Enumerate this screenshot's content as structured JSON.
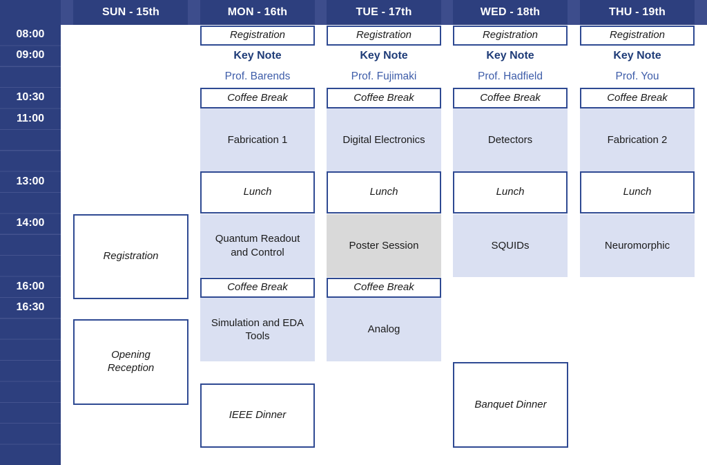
{
  "colors": {
    "navy_header": "#2D3F7E",
    "row_divider": "#44538F",
    "session_cell_blue": "#DAE0F2",
    "poster_cell_gray": "#D9D9D9",
    "event_box_border": "#2E4992",
    "keynote_text": "#1F3C78",
    "speaker_text": "#3E5DA9"
  },
  "times": [
    "08:00",
    "09:00",
    "10:30",
    "11:00",
    "13:00",
    "14:00",
    "16:00",
    "16:30"
  ],
  "columns": [
    {
      "day": "SUN - 15th",
      "events": [
        {
          "label": "Registration",
          "kind": "box"
        },
        {
          "label": "Opening Reception",
          "kind": "box"
        }
      ]
    },
    {
      "day": "MON - 16th",
      "events": [
        {
          "label": "Registration",
          "kind": "box"
        },
        {
          "label": "Key Note",
          "kind": "keynote"
        },
        {
          "label": "Prof. Barends",
          "kind": "speaker"
        },
        {
          "label": "Coffee Break",
          "kind": "box"
        },
        {
          "label": "Fabrication 1",
          "kind": "session"
        },
        {
          "label": "Lunch",
          "kind": "box"
        },
        {
          "label": "Quantum Readout and Control",
          "kind": "session"
        },
        {
          "label": "Coffee Break",
          "kind": "box"
        },
        {
          "label": "Simulation and EDA Tools",
          "kind": "session"
        },
        {
          "label": "IEEE Dinner",
          "kind": "box"
        }
      ]
    },
    {
      "day": "TUE - 17th",
      "events": [
        {
          "label": "Registration",
          "kind": "box"
        },
        {
          "label": "Key Note",
          "kind": "keynote"
        },
        {
          "label": "Prof. Fujimaki",
          "kind": "speaker"
        },
        {
          "label": "Coffee Break",
          "kind": "box"
        },
        {
          "label": "Digital Electronics",
          "kind": "session"
        },
        {
          "label": "Lunch",
          "kind": "box"
        },
        {
          "label": "Poster Session",
          "kind": "session-gray"
        },
        {
          "label": "Coffee Break",
          "kind": "box"
        },
        {
          "label": "Analog",
          "kind": "session"
        }
      ]
    },
    {
      "day": "WED - 18th",
      "events": [
        {
          "label": "Registration",
          "kind": "box"
        },
        {
          "label": "Key Note",
          "kind": "keynote"
        },
        {
          "label": "Prof. Hadfield",
          "kind": "speaker"
        },
        {
          "label": "Coffee Break",
          "kind": "box"
        },
        {
          "label": "Detectors",
          "kind": "session"
        },
        {
          "label": "Lunch",
          "kind": "box"
        },
        {
          "label": "SQUIDs",
          "kind": "session"
        },
        {
          "label": "Banquet Dinner",
          "kind": "box"
        }
      ]
    },
    {
      "day": "THU - 19th",
      "events": [
        {
          "label": "Registration",
          "kind": "box"
        },
        {
          "label": "Key Note",
          "kind": "keynote"
        },
        {
          "label": "Prof. You",
          "kind": "speaker"
        },
        {
          "label": "Coffee Break",
          "kind": "box"
        },
        {
          "label": "Fabrication 2",
          "kind": "session"
        },
        {
          "label": "Lunch",
          "kind": "box"
        },
        {
          "label": "Neuromorphic",
          "kind": "session"
        }
      ]
    }
  ]
}
